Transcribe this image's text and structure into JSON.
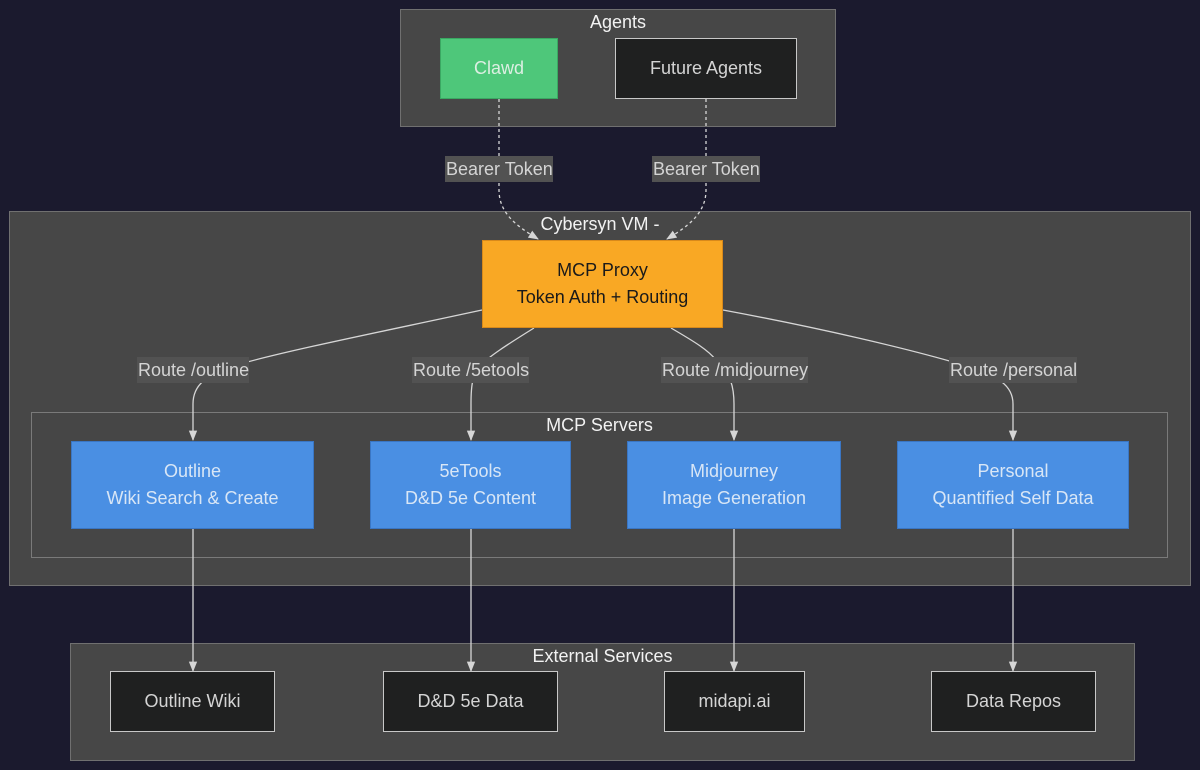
{
  "clusters": {
    "agents": {
      "title": "Agents"
    },
    "vm": {
      "title": "Cybersyn VM -"
    },
    "mcp_servers": {
      "title": "MCP Servers"
    },
    "external": {
      "title": "External Services"
    }
  },
  "nodes": {
    "clawd": {
      "lines": [
        "Clawd"
      ]
    },
    "future_agents": {
      "lines": [
        "Future Agents"
      ]
    },
    "mcp_proxy": {
      "lines": [
        "MCP Proxy",
        "Token Auth + Routing"
      ]
    },
    "outline": {
      "lines": [
        "Outline",
        "Wiki Search & Create"
      ]
    },
    "fivetools": {
      "lines": [
        "5eTools",
        "D&D 5e Content"
      ]
    },
    "midjourney": {
      "lines": [
        "Midjourney",
        "Image Generation"
      ]
    },
    "personal": {
      "lines": [
        "Personal",
        "Quantified Self Data"
      ]
    },
    "outline_wiki": {
      "lines": [
        "Outline Wiki"
      ]
    },
    "dnd_data": {
      "lines": [
        "D&D 5e Data"
      ]
    },
    "midapi": {
      "lines": [
        "midapi.ai"
      ]
    },
    "data_repos": {
      "lines": [
        "Data Repos"
      ]
    }
  },
  "edge_labels": {
    "clawd_token": "Bearer Token",
    "future_token": "Bearer Token",
    "route_outline": "Route /outline",
    "route_5etools": "Route /5etools",
    "route_midjourney": "Route /midjourney",
    "route_personal": "Route /personal"
  },
  "colors": {
    "background": "#1b1a2e",
    "cluster_fill": "#474747",
    "agent_green": "#4ec77a",
    "proxy_orange": "#f9a824",
    "server_blue": "#4a8fe3",
    "external_dark": "#1f2020",
    "edge_stroke": "#d6d6d6"
  }
}
